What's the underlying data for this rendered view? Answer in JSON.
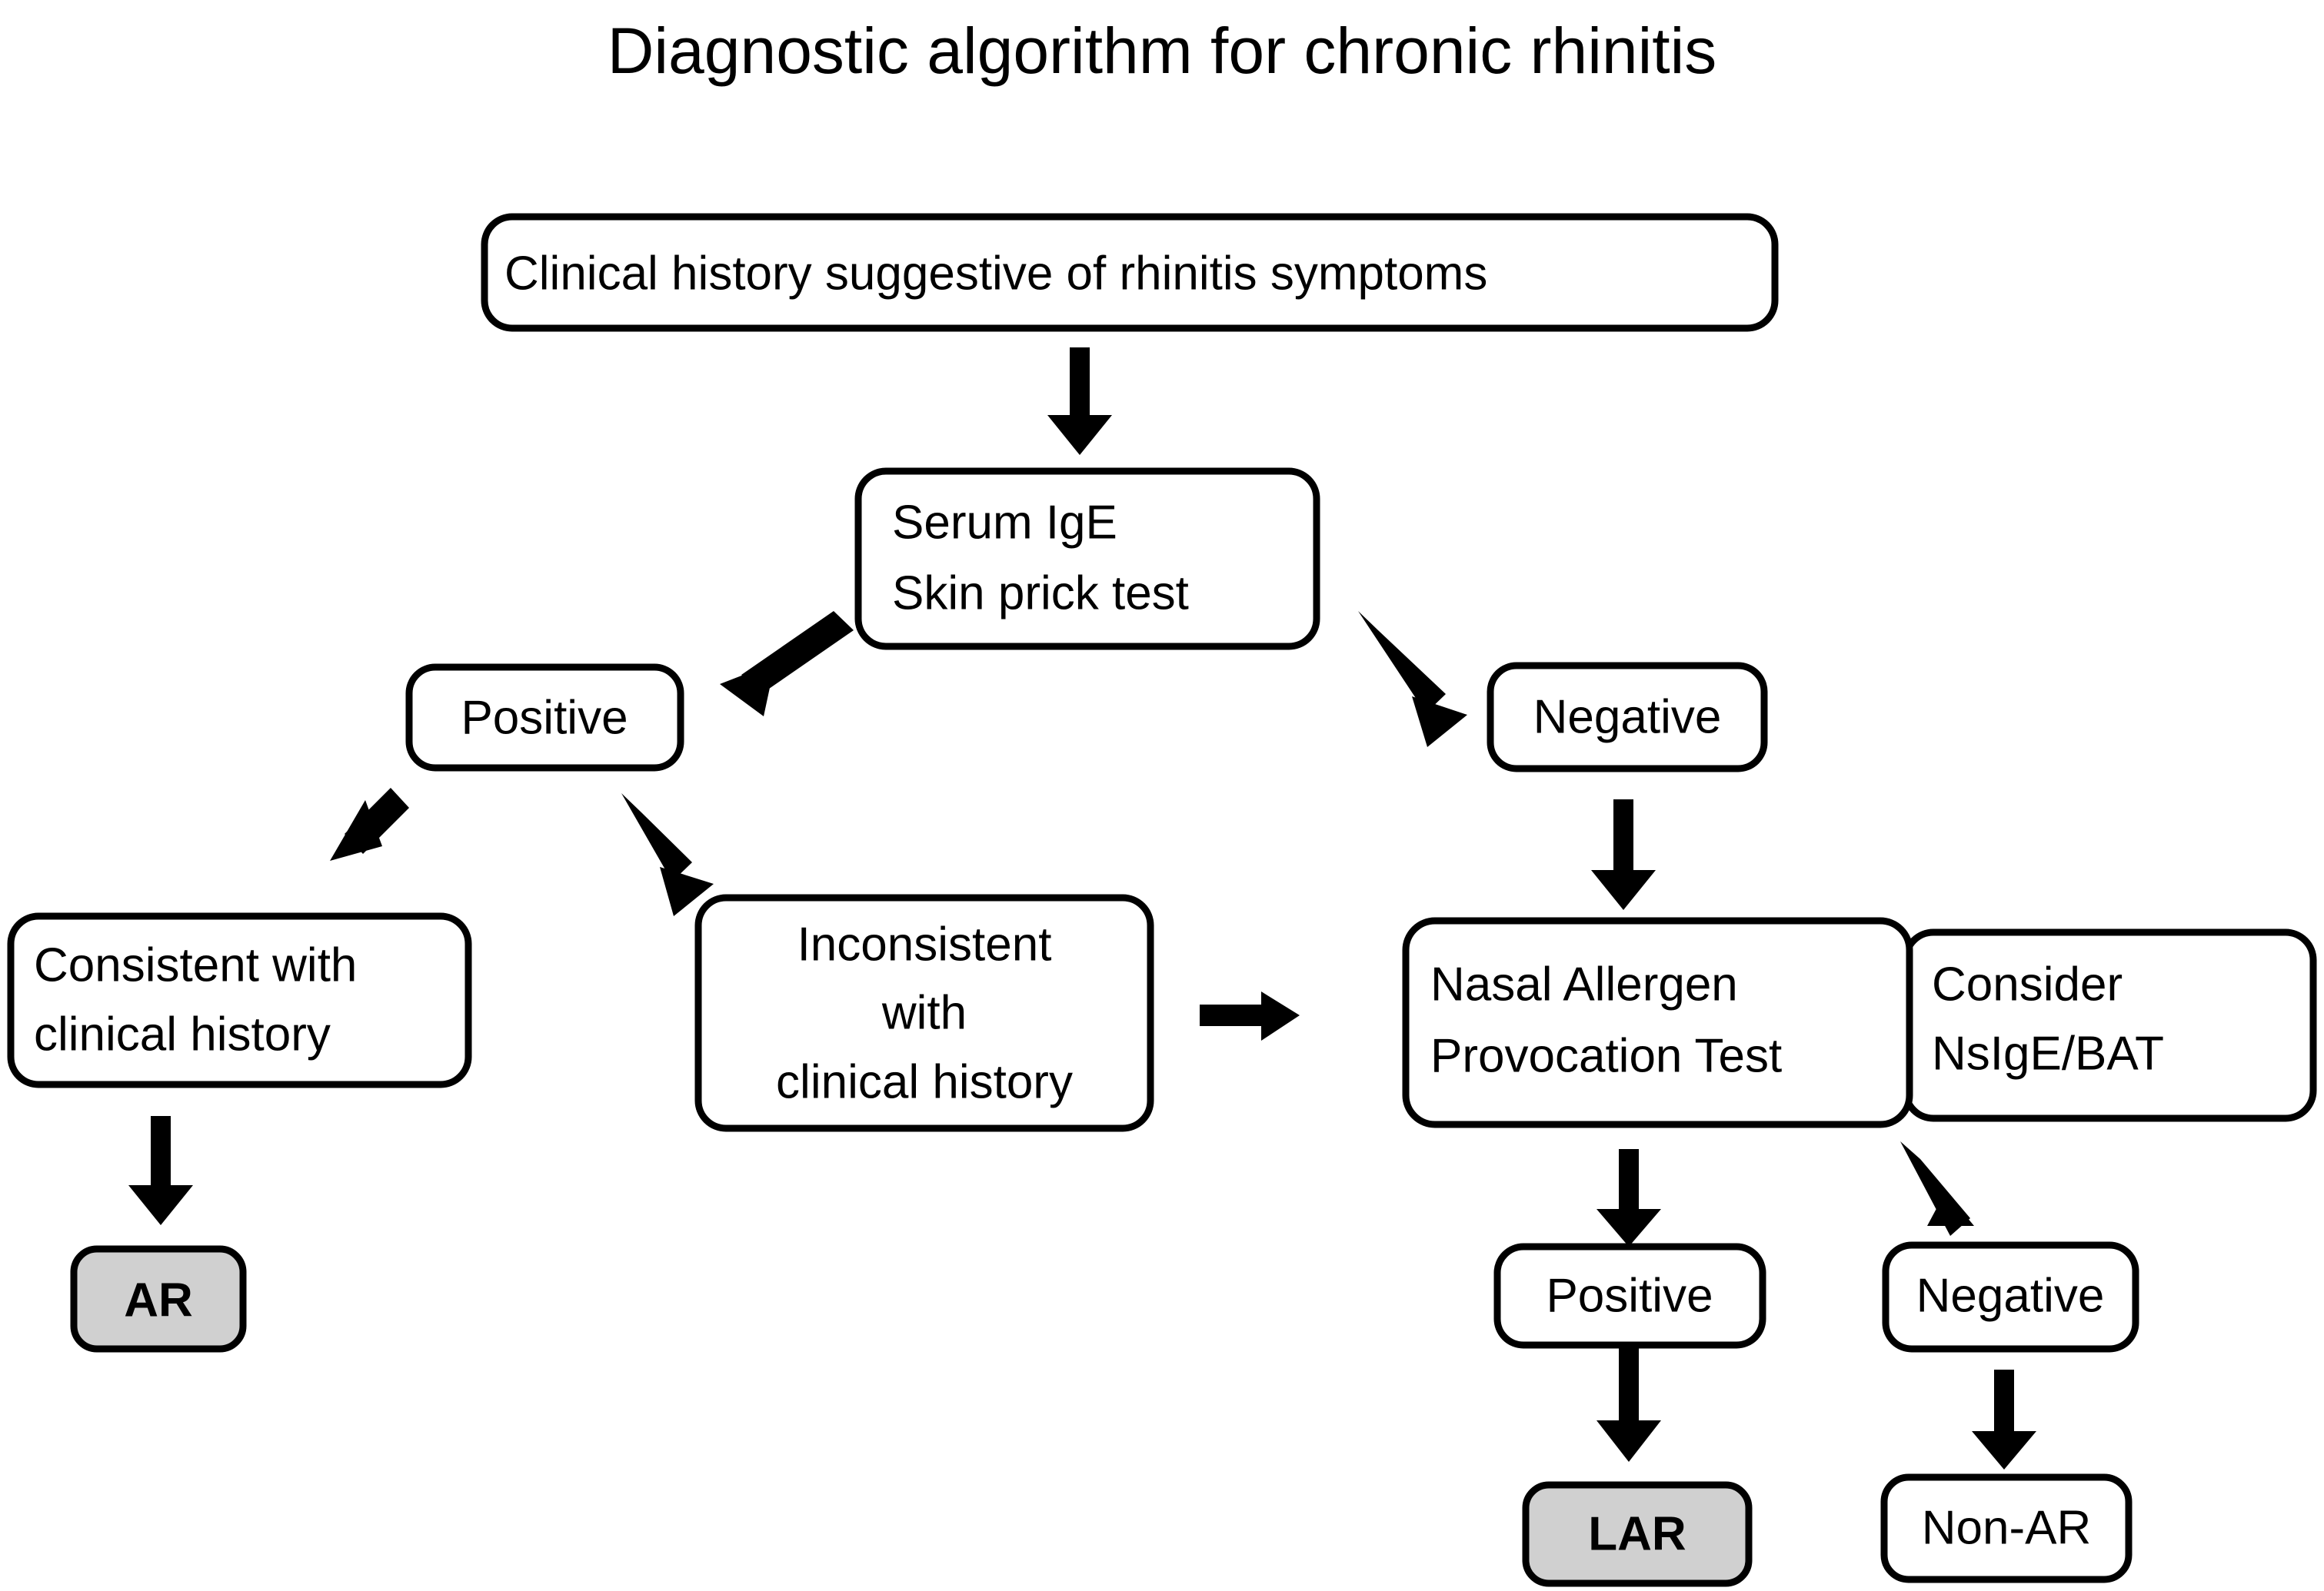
{
  "figure": {
    "title": "Diagnostic algorithm for chronic rhinitis",
    "background_color": "#ffffff",
    "stroke_color": "#000000",
    "highlight_fill": "#d0d0d0"
  },
  "nodes": {
    "clinical_history": {
      "line1": "Clinical history suggestive of rhinitis symptoms"
    },
    "serum_ige": {
      "line1": "Serum IgE",
      "line2": "Skin prick test"
    },
    "positive_top": {
      "line1": "Positive"
    },
    "negative_top": {
      "line1": "Negative"
    },
    "consistent": {
      "line1": "Consistent with",
      "line2": "clinical history"
    },
    "inconsistent": {
      "line1": "Inconsistent",
      "line2": "with",
      "line3": "clinical history"
    },
    "napt": {
      "line1": "Nasal Allergen",
      "line2": "Provocation Test"
    },
    "consider": {
      "line1": "Consider",
      "line2": "NsIgE/BAT"
    },
    "ar": {
      "line1": "AR"
    },
    "positive_bottom": {
      "line1": "Positive"
    },
    "negative_bottom": {
      "line1": "Negative"
    },
    "lar": {
      "line1": "LAR"
    },
    "non_ar": {
      "line1": "Non-AR"
    }
  },
  "edges": [
    {
      "id": "history-to-ige",
      "from": "clinical_history",
      "to": "serum_ige",
      "kind": "vertical"
    },
    {
      "id": "ige-to-positive",
      "from": "serum_ige",
      "to": "positive_top",
      "kind": "diagonal-left"
    },
    {
      "id": "ige-to-negative",
      "from": "serum_ige",
      "to": "negative_top",
      "kind": "diagonal-right"
    },
    {
      "id": "positive-to-consistent",
      "from": "positive_top",
      "to": "consistent",
      "kind": "diagonal-left"
    },
    {
      "id": "positive-to-inconsistent",
      "from": "positive_top",
      "to": "inconsistent",
      "kind": "diagonal-right"
    },
    {
      "id": "inconsistent-to-napt",
      "from": "inconsistent",
      "to": "napt",
      "kind": "horizontal"
    },
    {
      "id": "negative-to-napt",
      "from": "negative_top",
      "to": "napt",
      "kind": "vertical"
    },
    {
      "id": "consistent-to-ar",
      "from": "consistent",
      "to": "ar",
      "kind": "vertical"
    },
    {
      "id": "napt-to-positive",
      "from": "napt",
      "to": "positive_bottom",
      "kind": "vertical"
    },
    {
      "id": "consider-to-negative",
      "from": "consider",
      "to": "negative_bottom",
      "kind": "diagonal-right"
    },
    {
      "id": "positive-to-lar",
      "from": "positive_bottom",
      "to": "lar",
      "kind": "vertical"
    },
    {
      "id": "negative-to-nonar",
      "from": "negative_bottom",
      "to": "non_ar",
      "kind": "vertical"
    }
  ]
}
